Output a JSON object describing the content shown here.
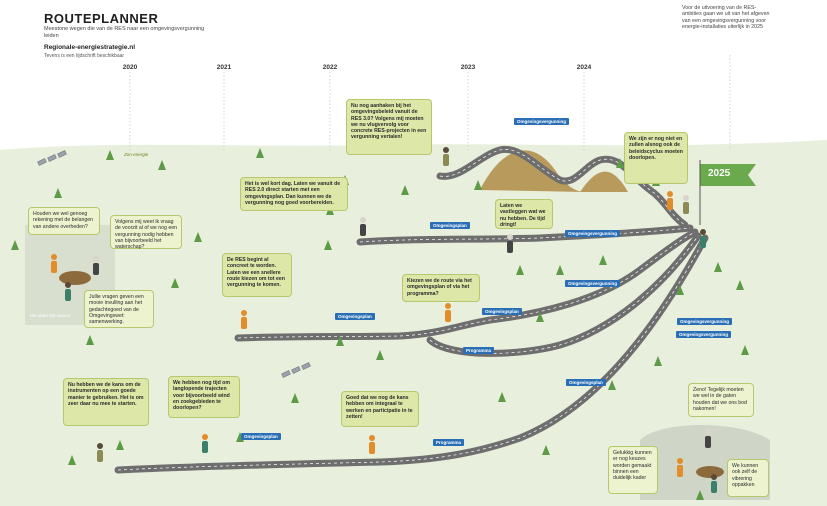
{
  "header": {
    "title": "ROUTEPLANNER",
    "subtitle": "Meestone wegen die van de RES naar een omgevingsvergunning leiden",
    "site": "Regionale-energiestrategie.nl",
    "note": "Tevens is een tijdschrift beschikbaar"
  },
  "years": [
    "2020",
    "2021",
    "2022",
    "2023",
    "2024"
  ],
  "top_note": "Voor de uitvoering van de RES-ambities gaan we uit van het afgeven van een omgevingsvergunning voor energie-installaties uiterlijk in 2025",
  "milestone": "2025",
  "bubbles": [
    {
      "id": "b1",
      "text": "Houden we wel genoeg rekening met de belangen van andere overheden?"
    },
    {
      "id": "b2",
      "text": "Volgens mij weet ik vraag de voorzit al of we nog een vergunning nodig hebben van bijvoorbeeld het waterschap?"
    },
    {
      "id": "b3",
      "text": "Jullie vragen geven een mooie invulling aan het gedachtegoed van de Omgevingswet: samenwerking."
    },
    {
      "id": "b4",
      "text": "Het is wel kort dag. Laten we vanuit de RES 2.0 direct starten met een omgevingsplan. Dan kunnen we de vergunning nog goed voorbereiden."
    },
    {
      "id": "b5",
      "text": "Nu nog aanhaken bij het omgevingsbeleid vanuit de RES 3.0? Volgens mij moeten we nu vlugvervolg voor concrete RES-projecten in een vergunning vertalen!"
    },
    {
      "id": "b6",
      "text": "Laten we vastleggen wat we nu hebben. De tijd dringt!"
    },
    {
      "id": "b7",
      "text": "We zijn er nog niet en zullen alsnog ook de beleidscyclus moeten doorlopen."
    },
    {
      "id": "b8",
      "text": "De RES begint al concreet te worden. Laten we een snellere route kiezen om tot een vergunning te komen."
    },
    {
      "id": "b9",
      "text": "Kiezen we de route via het omgevingsplan of via het programma?"
    },
    {
      "id": "b10",
      "text": "Nu hebben we de kans om de instrumenten op een goede manier te gebruiken. Het is om zeer daar nu mee te starten."
    },
    {
      "id": "b11",
      "text": "We hebben nog tijd om langlopende trajecten voor bijvoorbeeld wind en zoekgebieden te doorlopen?"
    },
    {
      "id": "b12",
      "text": "Goed dat we nog de kans hebben om integraal te werken en participatie in te zetten!"
    },
    {
      "id": "b13",
      "text": "Zeno! Tegelijk moeten we wel in de gaten houden dat we ons bod nakomen!"
    },
    {
      "id": "b14",
      "text": "Gelukkig kunnen er nog keuzes worden gemaakt binnen een duidelijk kader"
    },
    {
      "id": "b15",
      "text": "We kunnen ook zelf de vibrering oppakken"
    }
  ],
  "tags": [
    {
      "id": "t1",
      "text": "Omgevingsvergunning"
    },
    {
      "id": "t2",
      "text": "Omgevingsplan"
    },
    {
      "id": "t3",
      "text": "Omgevingsvergunning"
    },
    {
      "id": "t4",
      "text": "Omgevingsvergunning"
    },
    {
      "id": "t5",
      "text": "Omgevingsvergunning"
    },
    {
      "id": "t6",
      "text": "Omgevingsplan"
    },
    {
      "id": "t7",
      "text": "Omgevingsplan"
    },
    {
      "id": "t8",
      "text": "Programma"
    },
    {
      "id": "t9",
      "text": "Omgevingsvergunning"
    },
    {
      "id": "t10",
      "text": "Omgevingsplan"
    },
    {
      "id": "t11",
      "text": "Omgevingsplan"
    },
    {
      "id": "t12",
      "text": "Programma"
    }
  ],
  "labels": {
    "left_group": "We doen het samen",
    "energy_label": "Zon-energie"
  },
  "colors": {
    "grass": "#e8efdc",
    "road": "#6e6e6e",
    "bubble": "#dde8a8",
    "tag": "#2a6fb5",
    "tree": "#5e9b47",
    "hill": "#b79a5c",
    "flag": "#6aa94c"
  }
}
